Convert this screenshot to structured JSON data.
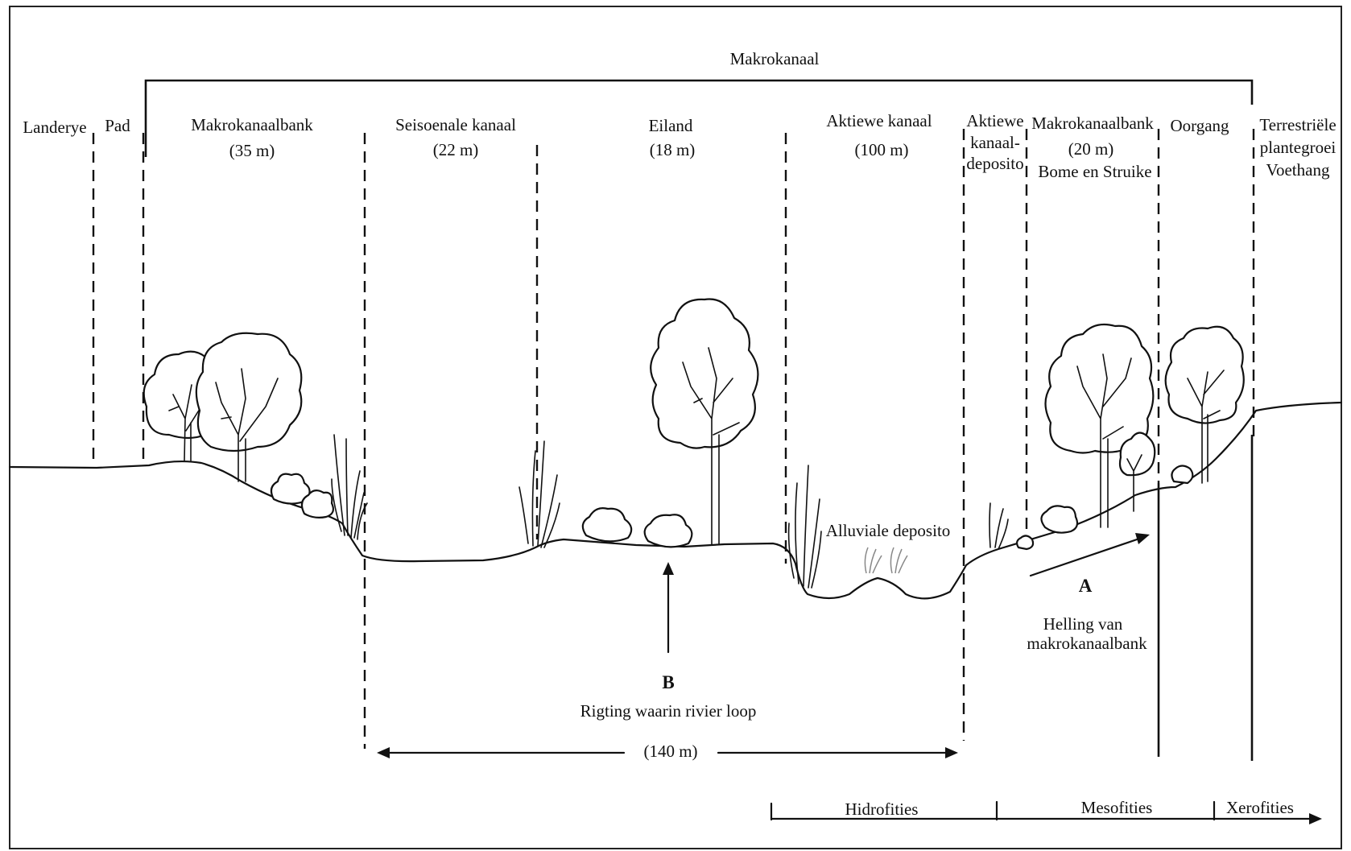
{
  "diagram": {
    "top_label": "Makrokanaal",
    "zones": [
      {
        "id": "landerye",
        "name": "Landerye",
        "width": ""
      },
      {
        "id": "pad",
        "name": "Pad",
        "width": ""
      },
      {
        "id": "makrokanaalbank-left",
        "name": "Makrokanaalbank",
        "width": "(35 m)"
      },
      {
        "id": "seisoenale-kanaal",
        "name": "Seisoenale kanaal",
        "width": "(22 m)"
      },
      {
        "id": "eiland",
        "name": "Eiland",
        "width": "(18 m)"
      },
      {
        "id": "aktiewe-kanaal",
        "name": "Aktiewe kanaal",
        "width": "(100 m)"
      },
      {
        "id": "aktiewe-kanaaldeposito",
        "name_lines": [
          "Aktiewe",
          "kanaal-",
          "deposito"
        ]
      },
      {
        "id": "makrokanaalbank-right",
        "name": "Makrokanaalbank",
        "width": "(20 m)",
        "extra": "Bome en Struike"
      },
      {
        "id": "oorgang",
        "name": "Oorgang"
      },
      {
        "id": "terrestriele",
        "name_lines": [
          "Terrestriële",
          "plantegroei",
          "Voethang"
        ]
      }
    ],
    "annotations": {
      "alluviale_deposito": "Alluviale deposito",
      "arrow_a_letter": "A",
      "arrow_a_caption_lines": [
        "Helling van",
        "makrokanaalbank"
      ],
      "arrow_b_letter": "B",
      "arrow_b_caption": "Rigting waarin rivier loop",
      "span_label": "(140 m)"
    },
    "vegetation_scale": [
      "Hidrofities",
      "Mesofities",
      "Xerofities"
    ]
  }
}
